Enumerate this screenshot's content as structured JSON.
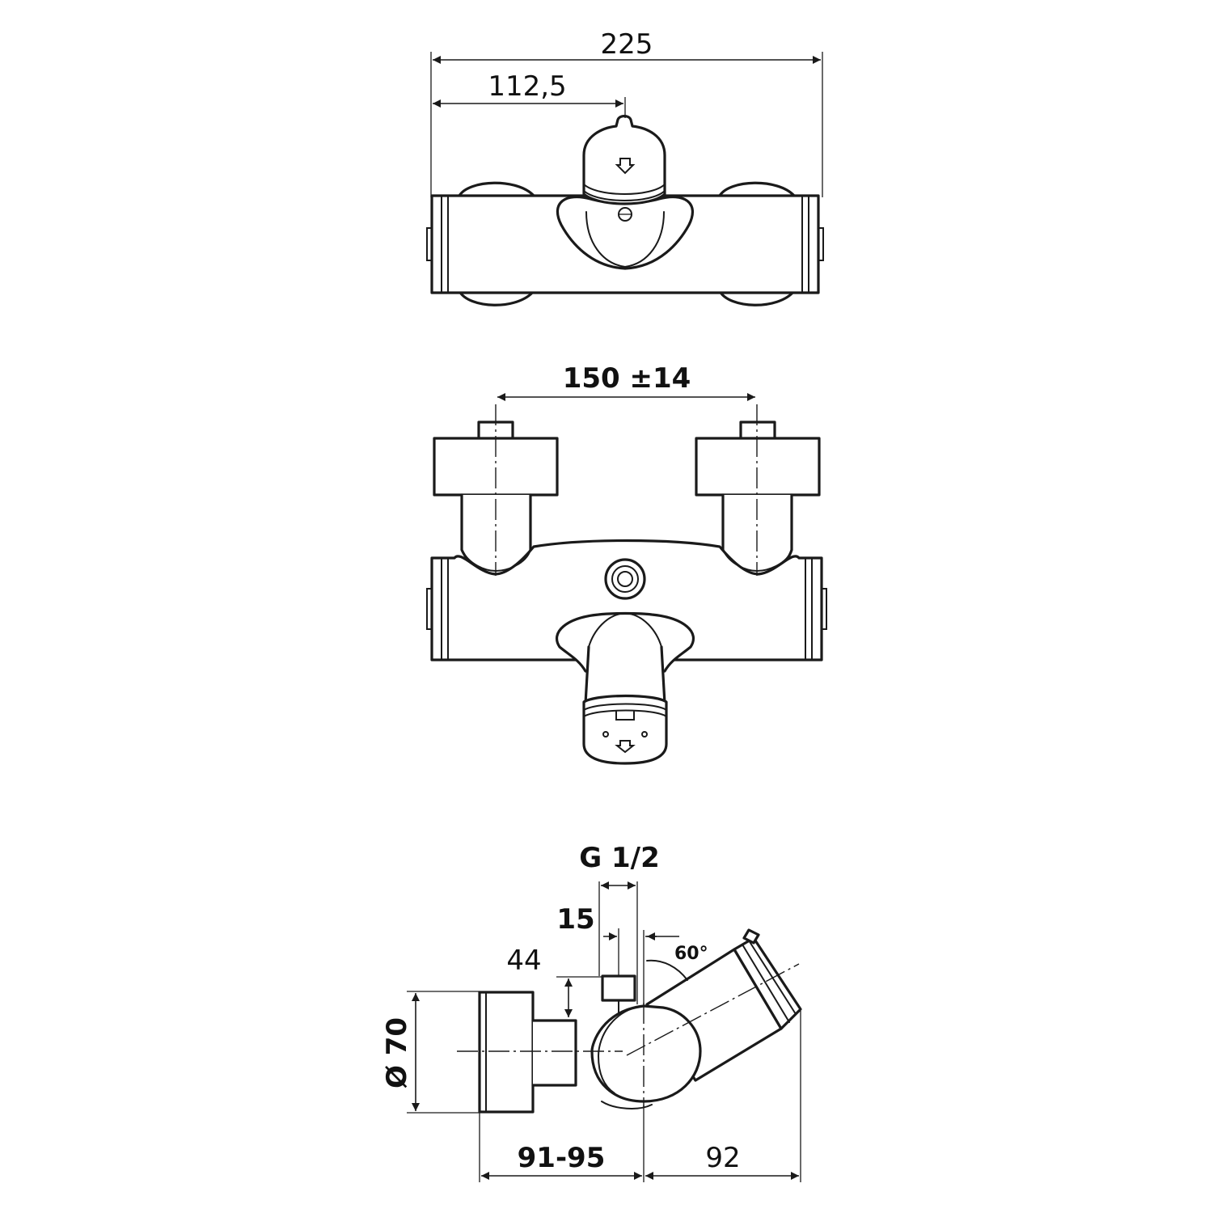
{
  "dimensions": {
    "overall_width": "225",
    "half_width": "112,5",
    "inlet_spacing": "150 ±14",
    "thread": "G 1/2",
    "offset_15": "15",
    "offset_44": "44",
    "angle": "60°",
    "diameter": "Ø 70",
    "depth_range": "91-95",
    "projection": "92"
  }
}
